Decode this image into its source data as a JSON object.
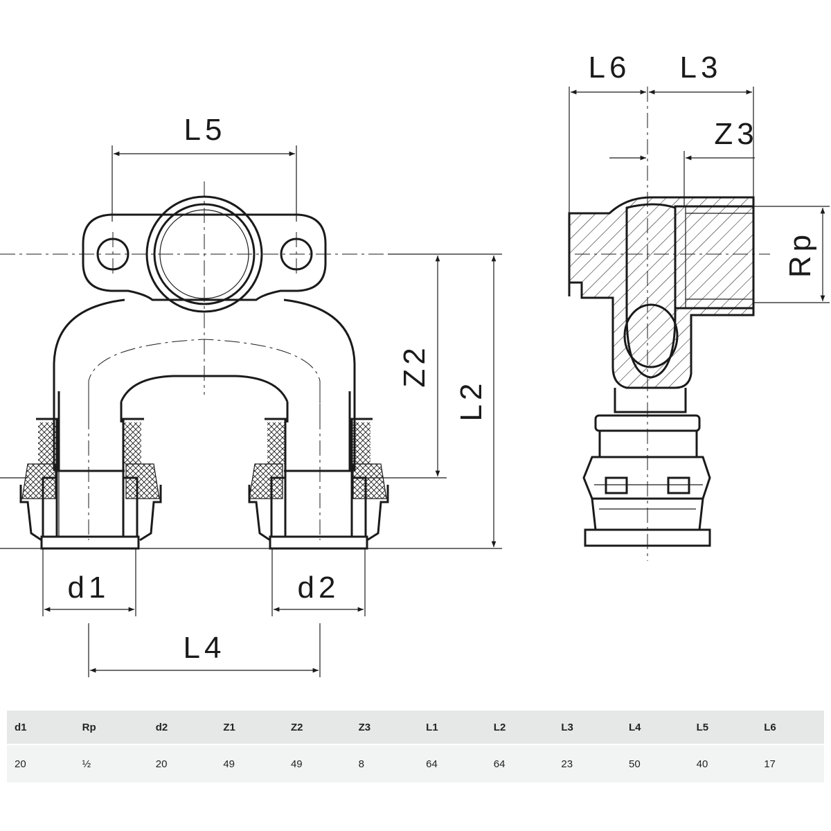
{
  "dimensions": {
    "L5": "L5",
    "L6": "L6",
    "L3": "L3",
    "Z3": "Z3",
    "Rp": "Rp",
    "Z2": "Z2",
    "L2": "L2",
    "d1": "d1",
    "d2": "d2",
    "L4": "L4"
  },
  "table": {
    "headers": [
      "d1",
      "Rp",
      "d2",
      "Z1",
      "Z2",
      "Z3",
      "L1",
      "L2",
      "L3",
      "L4",
      "L5",
      "L6"
    ],
    "values": [
      "20",
      "½",
      "20",
      "49",
      "49",
      "8",
      "64",
      "64",
      "23",
      "50",
      "40",
      "17"
    ]
  }
}
